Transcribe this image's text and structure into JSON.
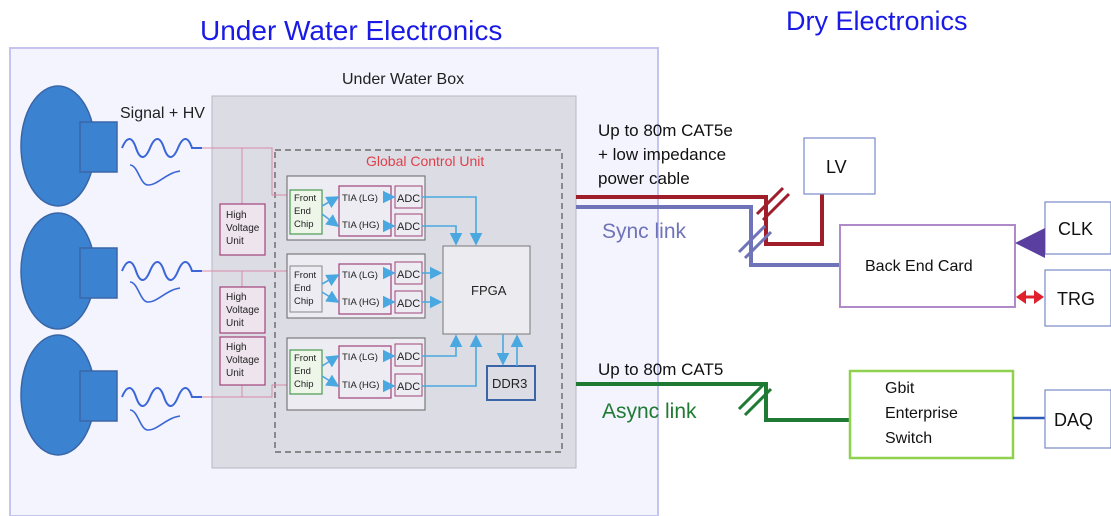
{
  "titles": {
    "under_water": "Under Water Electronics",
    "dry": "Dry Electronics"
  },
  "under_water_box": "Under Water Box",
  "signal_label": "Signal + HV",
  "global_control_unit": "Global Control Unit",
  "channels": [
    {
      "hv_lines": [
        "High",
        "Voltage",
        "Unit"
      ],
      "fe_lines": [
        "Front",
        "End",
        "Chip"
      ],
      "tia_lg": "TIA (LG)",
      "tia_hg": "TIA (HG)",
      "adc": "ADC"
    },
    {
      "hv_lines": [
        "High",
        "Voltage",
        "Unit"
      ],
      "fe_lines": [
        "Front",
        "End",
        "Chip"
      ],
      "tia_lg": "TIA (LG)",
      "tia_hg": "TIA (HG)",
      "adc": "ADC"
    },
    {
      "hv_lines": [
        "High",
        "Voltage",
        "Unit"
      ],
      "fe_lines": [
        "Front",
        "End",
        "Chip"
      ],
      "tia_lg": "TIA (LG)",
      "tia_hg": "TIA (HG)",
      "adc": "ADC"
    }
  ],
  "fpga": "FPGA",
  "ddr3": "DDR3",
  "sync_cable_lines": [
    "Up to 80m CAT5e",
    "+ low impedance",
    "power cable"
  ],
  "sync_link": "Sync link",
  "async_cable": "Up to 80m CAT5",
  "async_link": "Async link",
  "lv": "LV",
  "back_end_card": "Back End Card",
  "clk": "CLK",
  "trg": "TRG",
  "switch_lines": [
    "Gbit",
    "Enterprise",
    "Switch"
  ],
  "daq": "DAQ",
  "colors": {
    "title_blue": "#1a1ae6",
    "pmt_blue": "#3b82d0",
    "sync_red": "#a01e2a",
    "sync_violet": "#6f73b8",
    "async_green": "#1f7a33",
    "control_red": "#e0404a",
    "hv_border": "#a0447a",
    "back_end_border": "#b08ac8",
    "switch_border": "#8fd14f"
  }
}
